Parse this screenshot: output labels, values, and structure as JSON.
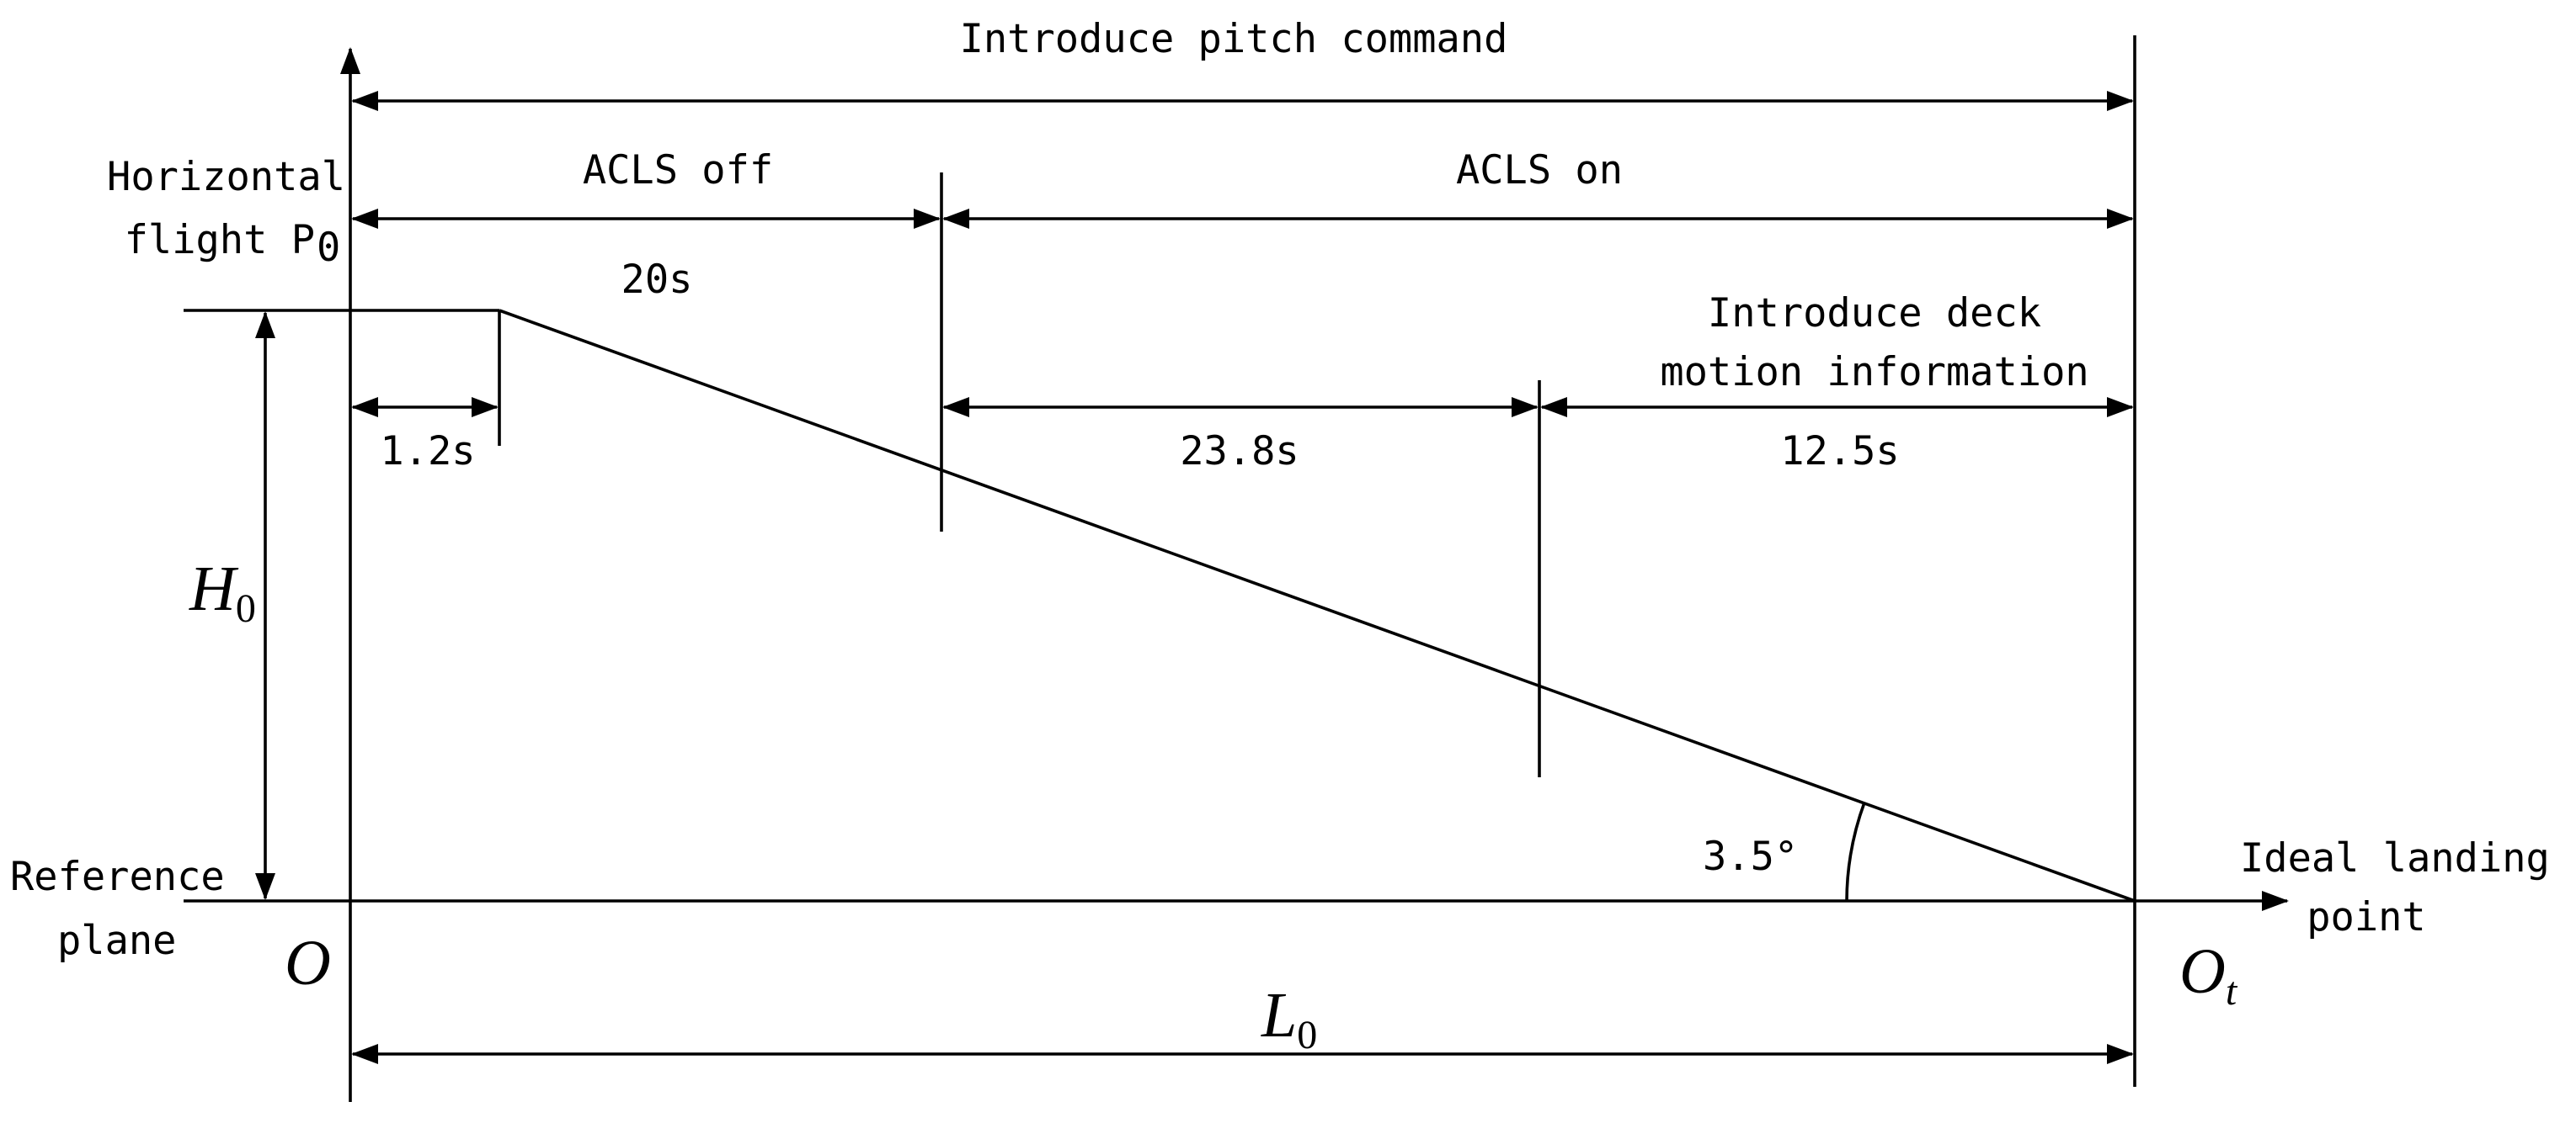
{
  "labels": {
    "pitch_command": "Introduce pitch command",
    "acls_off": "ACLS off",
    "acls_on": "ACLS on",
    "horizontal_flight_line1": "Horizontal",
    "horizontal_flight_line2": "flight P",
    "horizontal_flight_sub": "0",
    "t_20s": "20s",
    "deck_motion_line1": "Introduce deck",
    "deck_motion_line2": "motion information",
    "t_1_2s": "1.2s",
    "t_23_8s": "23.8s",
    "t_12_5s": "12.5s",
    "height_symbol": "H",
    "height_sub": "0",
    "reference_plane_line1": "Reference",
    "reference_plane_line2": "plane",
    "origin": "O",
    "angle": "3.5°",
    "ideal_landing_line1": "Ideal landing",
    "ideal_landing_line2": "point",
    "landing_symbol": "O",
    "landing_sub": "t",
    "length_symbol": "L",
    "length_sub": "0"
  },
  "colors": {
    "stroke": "#000000",
    "background": "#ffffff"
  }
}
